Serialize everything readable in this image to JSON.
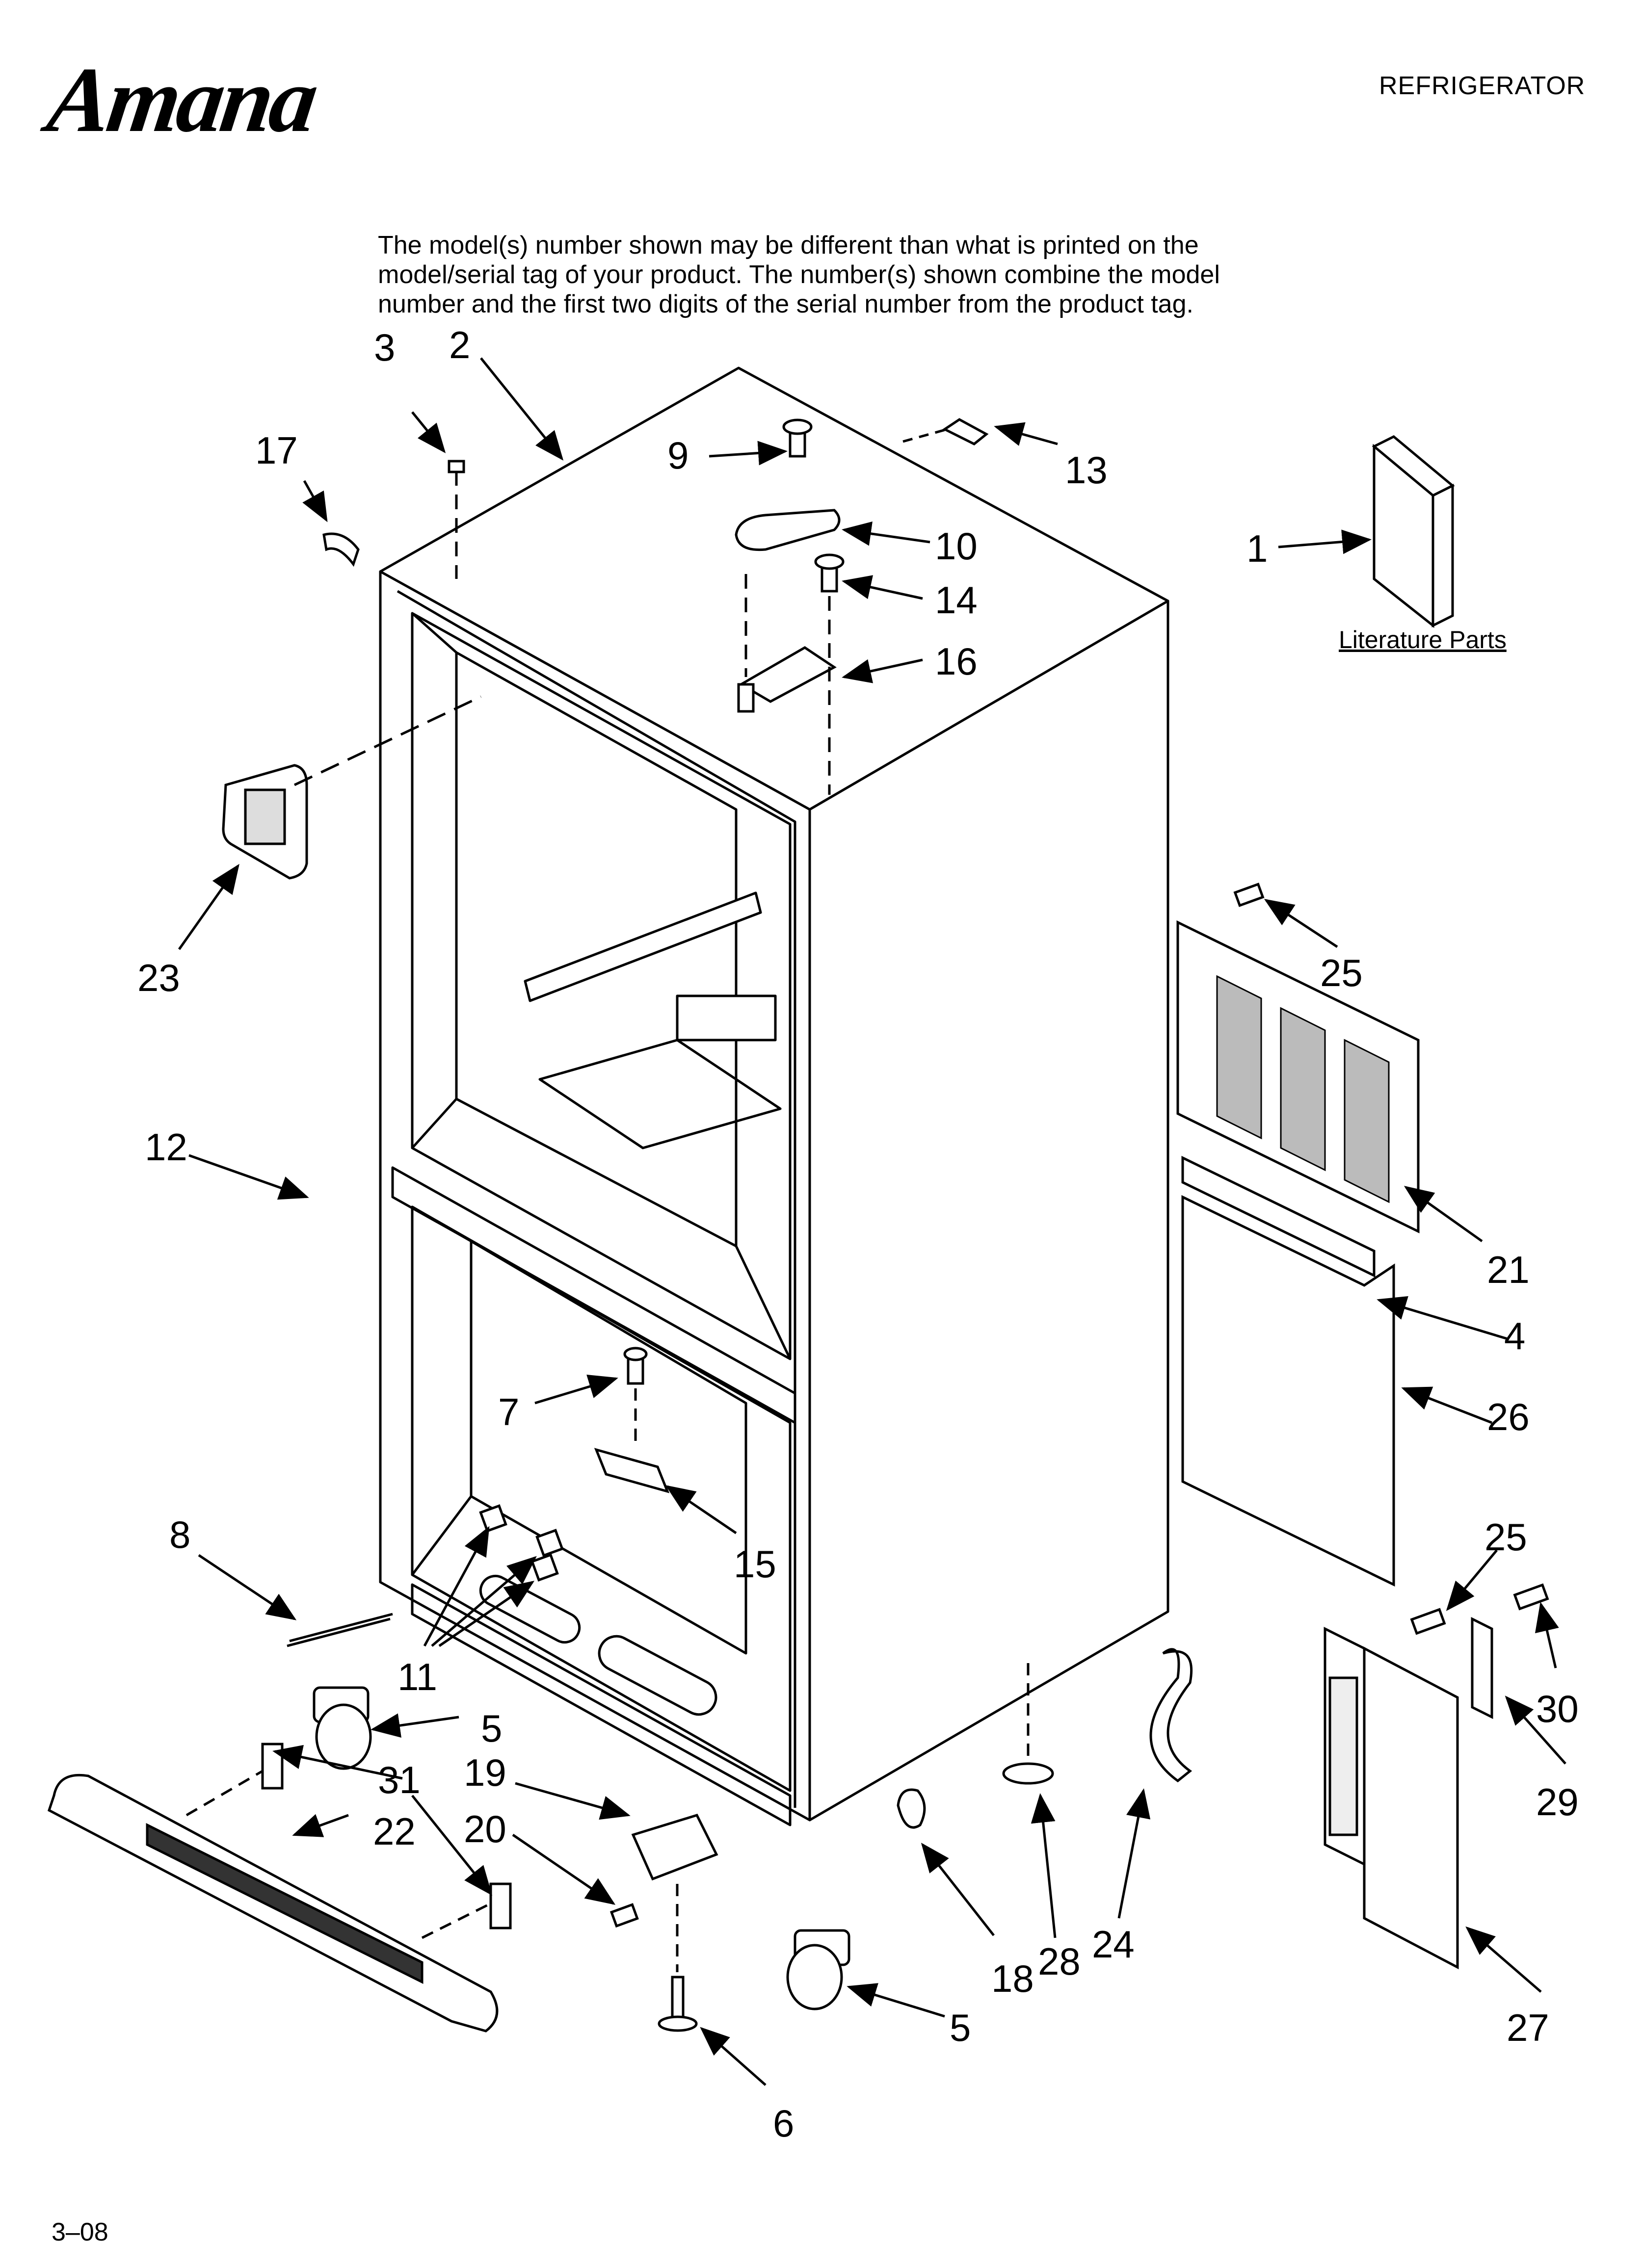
{
  "brand": "Amana",
  "document_type": "REFRIGERATOR",
  "note_lines": [
    "The model(s) number shown may be different than what is printed on the",
    "model/serial tag of your product. The number(s) shown combine the model",
    "number and the first two digits of the serial number from the product tag."
  ],
  "literature_label": "Literature Parts",
  "footer_code": "3–08",
  "callouts": [
    "2",
    "3",
    "17",
    "9",
    "13",
    "10",
    "14",
    "16",
    "1",
    "23",
    "25",
    "12",
    "21",
    "4",
    "26",
    "7",
    "8",
    "15",
    "25",
    "11",
    "5",
    "31",
    "19",
    "22",
    "20",
    "30",
    "29",
    "18",
    "28",
    "24",
    "5",
    "6",
    "27"
  ]
}
